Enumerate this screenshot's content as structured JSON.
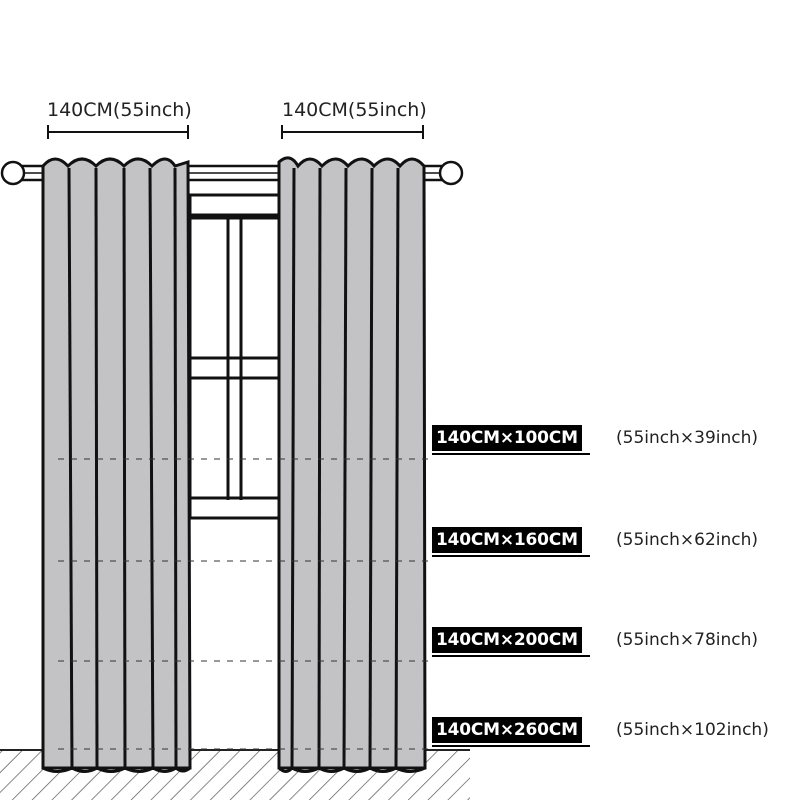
{
  "width_labels": {
    "left": "140CM(55inch)",
    "right": "140CM(55inch)"
  },
  "sizes": [
    {
      "cm": "140CM×100CM",
      "inch": "(55inch×39inch)"
    },
    {
      "cm": "140CM×160CM",
      "inch": "(55inch×62inch)"
    },
    {
      "cm": "140CM×200CM",
      "inch": "(55inch×78inch)"
    },
    {
      "cm": "140CM×260CM",
      "inch": "(55inch×102inch)"
    }
  ],
  "colors": {
    "curtain": "#c3c3c5",
    "outline": "#111111",
    "floor_hatch": "#555555"
  }
}
